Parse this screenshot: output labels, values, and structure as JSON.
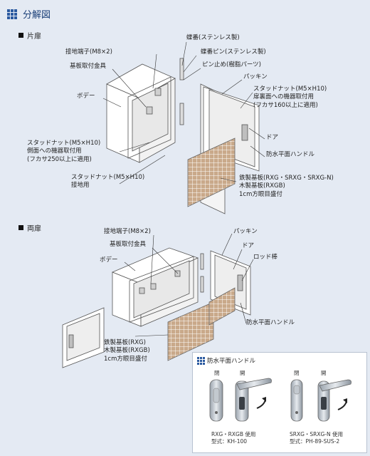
{
  "title": "分解図",
  "section_single": "片扉",
  "section_double": "両扉",
  "single": {
    "hinge": "蝶番(ステンレス製)",
    "hinge_pin": "蝶番ピン(ステンレス製)",
    "pin_stop": "ピン止め(樹脂パーツ)",
    "packing": "パッキン",
    "stud_door": [
      "スタッドナット(M5×H10)",
      "扉裏面への機器取付用",
      "(フカサ160以上に適用)"
    ],
    "door": "ドア",
    "handle": "防水平面ハンドル",
    "base_plate": [
      "鉄製基板(RXG・SRXG・SRXG-N)",
      "木製基板(RXGB)",
      "1cm方眼目盛付"
    ],
    "ground": "接地端子(M8×2)",
    "mount": "基板取付金具",
    "body": "ボデー",
    "stud_side": [
      "スタッドナット(M5×H10)",
      "側面への機器取付用",
      "(フカサ250以上に適用)"
    ],
    "stud_ground": [
      "スタッドナット(M5×H10)",
      "接地用"
    ]
  },
  "double": {
    "ground": "接地端子(M8×2)",
    "mount": "基板取付金具",
    "body": "ボデー",
    "packing": "パッキン",
    "door": "ドア",
    "rod": "ロッド棒",
    "handle": "防水平面ハンドル",
    "base_plate": [
      "鉄製基板(RXG)",
      "木製基板(RXGB)",
      "1cm方眼目盛付"
    ]
  },
  "inset": {
    "title": "防水平面ハンドル",
    "closed": "閉",
    "open": "開",
    "left_caption": [
      "RXG・RXGB 使用",
      "型式：KH-100"
    ],
    "right_caption": [
      "SRXG・SRXG-N 使用",
      "型式：PH-89-SUS-2"
    ]
  }
}
